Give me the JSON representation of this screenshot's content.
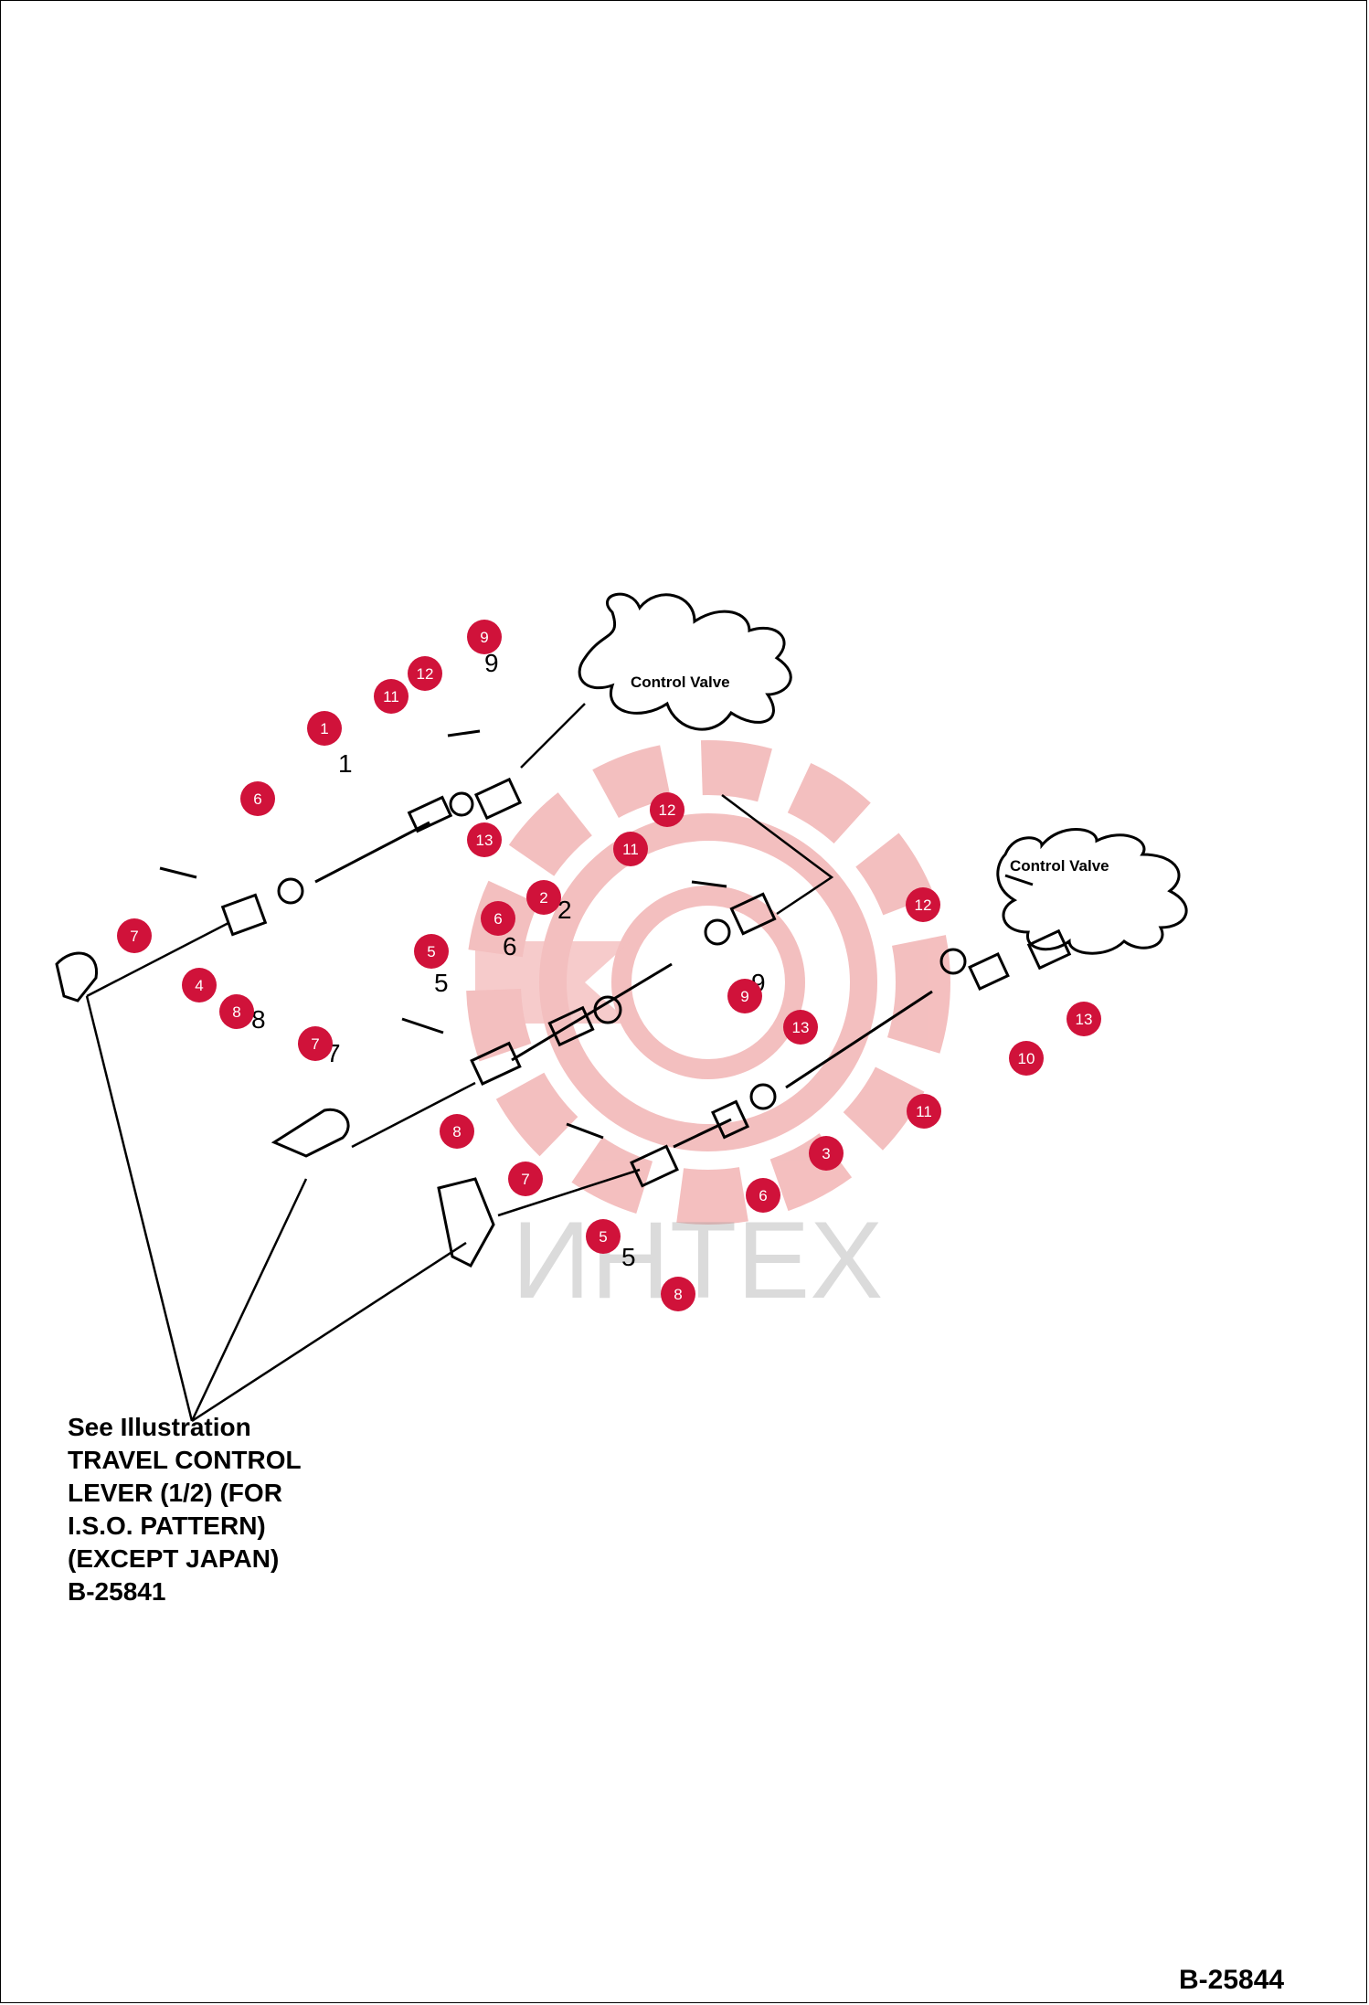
{
  "diagram": {
    "control_valve_label": "Control Valve",
    "watermark_text": "ИНТЕХ",
    "accent_color": "#d0123a",
    "watermark_color": "#e98080"
  },
  "note": {
    "lines": [
      "See Illustration",
      "TRAVEL CONTROL",
      "LEVER (1/2) (FOR",
      "I.S.O. PATTERN)",
      "(EXCEPT JAPAN)",
      "B-25841"
    ]
  },
  "drawing_number": "B-25844",
  "callouts": [
    "1",
    "2",
    "3",
    "4",
    "5",
    "5",
    "6",
    "6",
    "6",
    "7",
    "7",
    "7",
    "8",
    "8",
    "8",
    "9",
    "9",
    "10",
    "11",
    "11",
    "11",
    "12",
    "12",
    "12",
    "13",
    "13",
    "13"
  ]
}
